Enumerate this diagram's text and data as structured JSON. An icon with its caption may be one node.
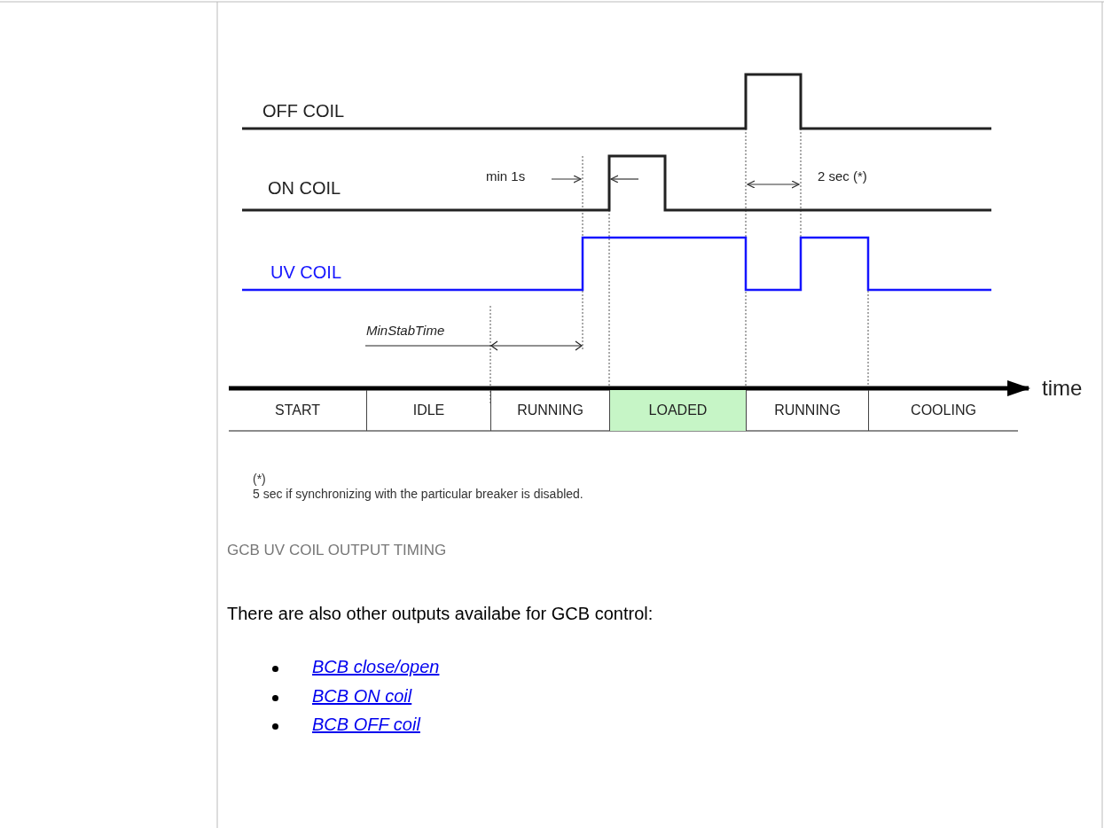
{
  "diagram": {
    "caption": "GCB UV COIL OUTPUT TIMING",
    "nodes": [
      {
        "text": [
          "START"
        ]
      },
      {
        "text": [
          "IDLE"
        ]
      },
      {
        "text": [
          "RUNNING"
        ]
      },
      {
        "text": [
          "LOADED"
        ]
      },
      {
        "text": [
          "RUNNING"
        ]
      },
      {
        "text": [
          "COOLING"
        ]
      }
    ],
    "labels": [
      "OFF COIL",
      "ON COIL",
      "min 1s",
      "2 sec (*)",
      "UV COIL",
      "MinStabTime",
      "time",
      "(*)",
      "5 sec if synchronizing with the particular breaker is disabled.",
      "There are also other outputs availabe for GCB control:",
      "BCB close/open",
      "BCB ON coil",
      "BCB OFF coil"
    ]
  }
}
